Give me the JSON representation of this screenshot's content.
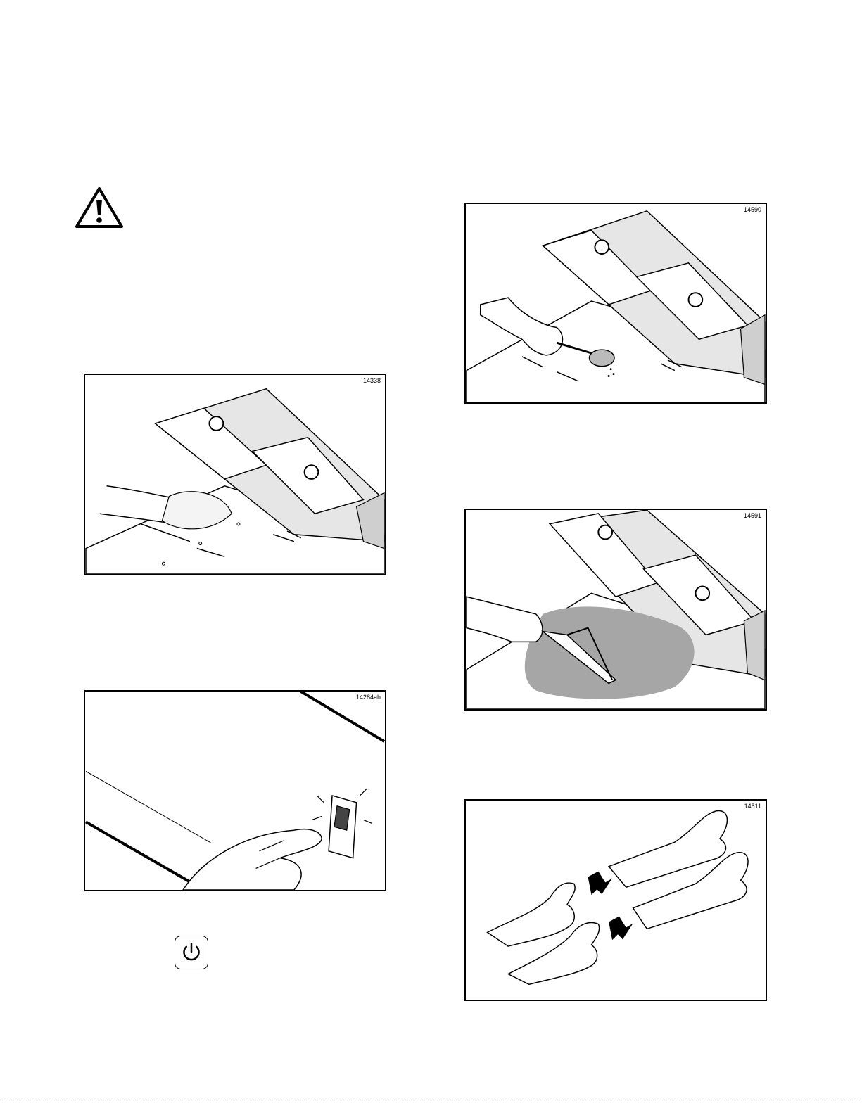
{
  "figures": [
    {
      "id": "14338",
      "subject": "hand wiping griddle surface with cloth"
    },
    {
      "id": "14284ah",
      "subject": "finger pressing power switch"
    },
    {
      "id": "14590",
      "subject": "hand sprinkling cleaner with sieve"
    },
    {
      "id": "14591",
      "subject": "hand scrubbing surface with squeegee"
    },
    {
      "id": "14511",
      "subject": "hands putting on protective gloves"
    }
  ],
  "icons": {
    "warning": "warning-triangle-icon",
    "power": "power-icon"
  }
}
